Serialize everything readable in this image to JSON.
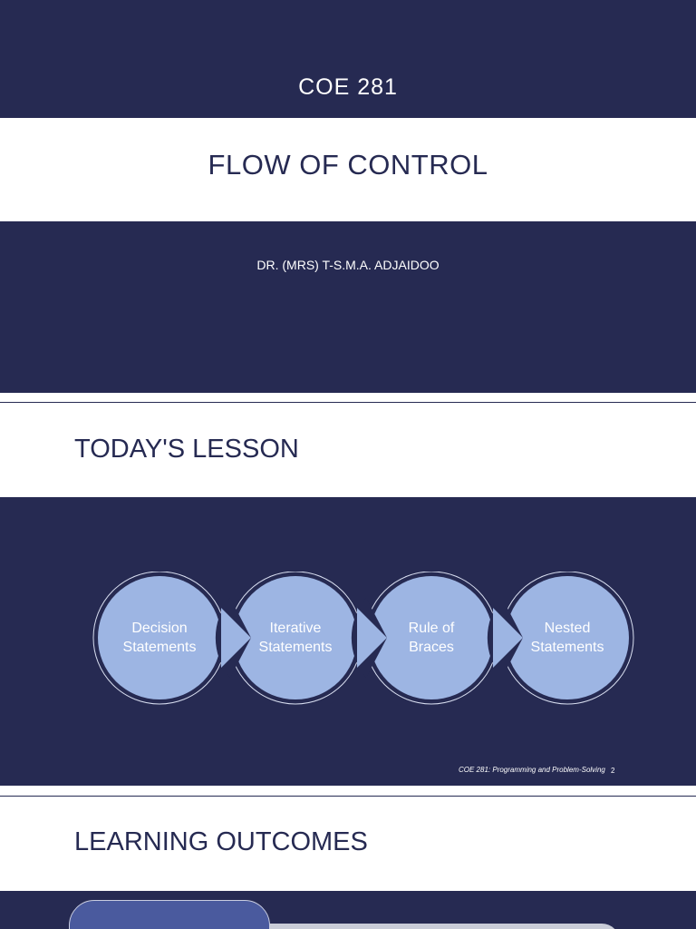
{
  "slide1": {
    "course": "COE 281",
    "title": "FLOW OF CONTROL",
    "author": "DR. (MRS) T-S.M.A. ADJAIDOO"
  },
  "slide2": {
    "title": "TODAY'S LESSON",
    "steps": [
      {
        "line1": "Decision",
        "line2": "Statements"
      },
      {
        "line1": "Iterative",
        "line2": "Statements"
      },
      {
        "line1": "Rule of",
        "line2": "Braces"
      },
      {
        "line1": "Nested",
        "line2": "Statements"
      }
    ],
    "footer": "COE 281: Programming and Problem-Solving",
    "page": "2"
  },
  "slide3": {
    "title": "LEARNING OUTCOMES"
  },
  "colors": {
    "navy": "#262a52",
    "circle": "#9db5e3",
    "white": "#ffffff"
  }
}
